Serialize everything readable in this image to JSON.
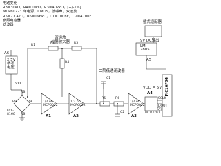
{
  "notes": [
    "电路变化",
    "R3=30kΩ，R4=10kΩ，R3=402kΩ，[+/-1%]",
    "MCP6022：单电源，CMOS，低噪声，双运放",
    "R5=27.4kΩ，R6=196kΩ，C1=100nF，C2=470nF",
    "参照电容器",
    "滤波器"
  ],
  "labels": {
    "a6": "A6",
    "v25": "2.5V\n参考\n电压",
    "dual_amp": "双运放\n仪器放大器",
    "lowpass": "二阶低通滤波器",
    "adapter": "插式适配器",
    "dc": "9V DC输出",
    "lm": "LM\n7805",
    "a5": "A5",
    "vdd_left": "VDD",
    "vdd_right": "VDD = 5V",
    "r1": "R1",
    "r2": "R2",
    "r3": "R3",
    "r4": "R4",
    "r5": "R5",
    "r6": "R6",
    "c1": "C1",
    "c2": "C2",
    "a1": "A1",
    "a2": "A2",
    "a3": "A3",
    "a4": "A4",
    "a1_chip": "1/2 of\nMCP6022",
    "a2_chip": "1/2 of\nMCP6022",
    "a3_chip": "1/2 of\nMCP6022",
    "mcp3201": "MCP3201",
    "sclk": "SCLK",
    "dout": "DOUT",
    "cs": "CS",
    "pic": "PIC16F84",
    "lcl": "LCL-\n816G",
    "rb_top": "RB",
    "rb_bot": "RB",
    "rb_left": "RB",
    "rb_right": "RB"
  }
}
